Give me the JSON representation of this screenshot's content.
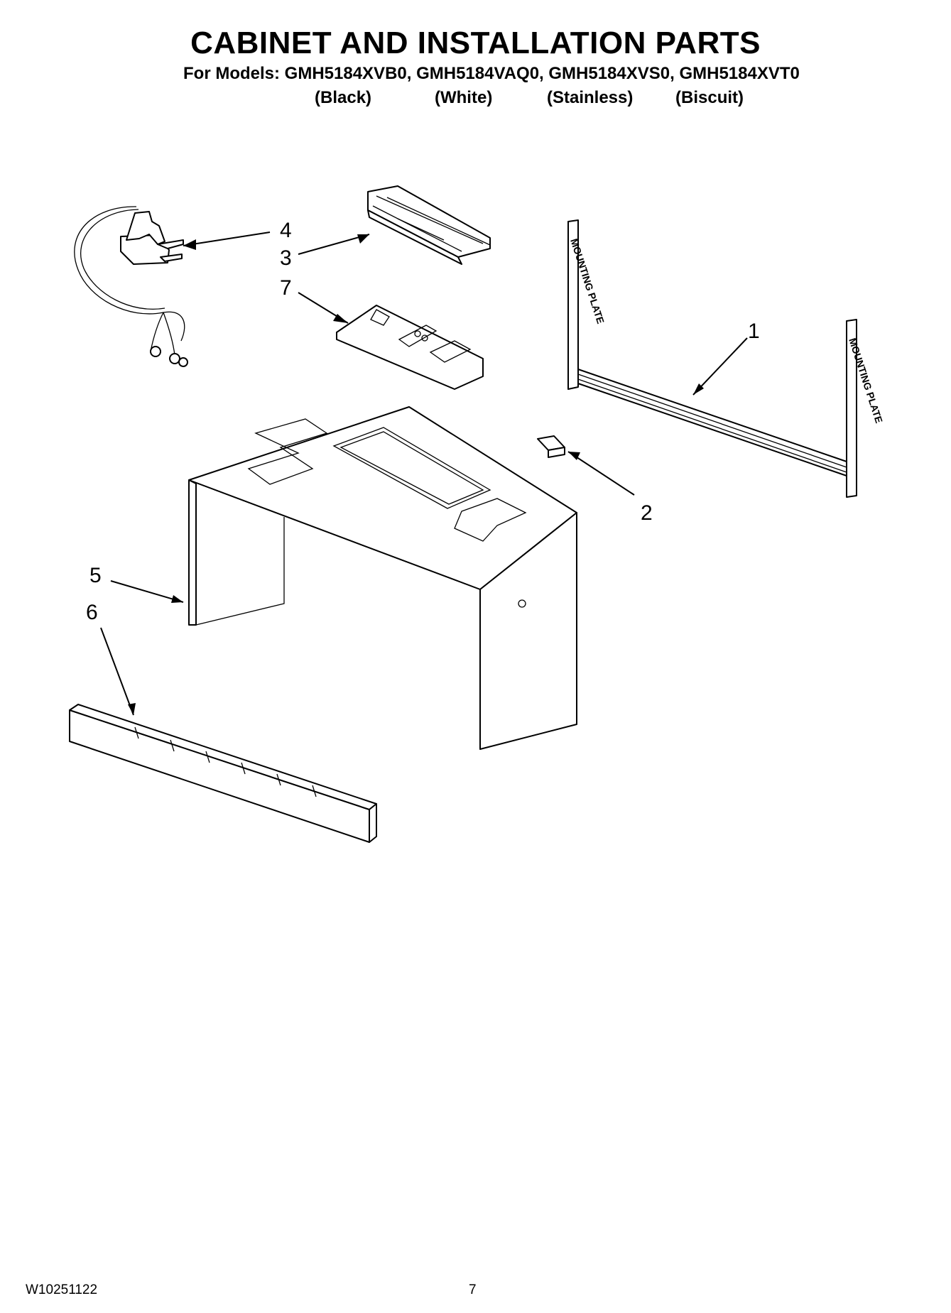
{
  "header": {
    "title": "CABINET AND INSTALLATION PARTS",
    "models_line": "For Models: GMH5184XVB0, GMH5184VAQ0, GMH5184XVS0, GMH5184XVT0",
    "colors": [
      "(Black)",
      "(White)",
      "(Stainless)",
      "(Biscuit)"
    ]
  },
  "diagram": {
    "callouts": [
      "1",
      "2",
      "3",
      "4",
      "5",
      "6",
      "7"
    ],
    "mounting_plate_text": "MOUNTING PLATE"
  },
  "footer": {
    "doc_number": "W10251122",
    "page_number": "7"
  }
}
